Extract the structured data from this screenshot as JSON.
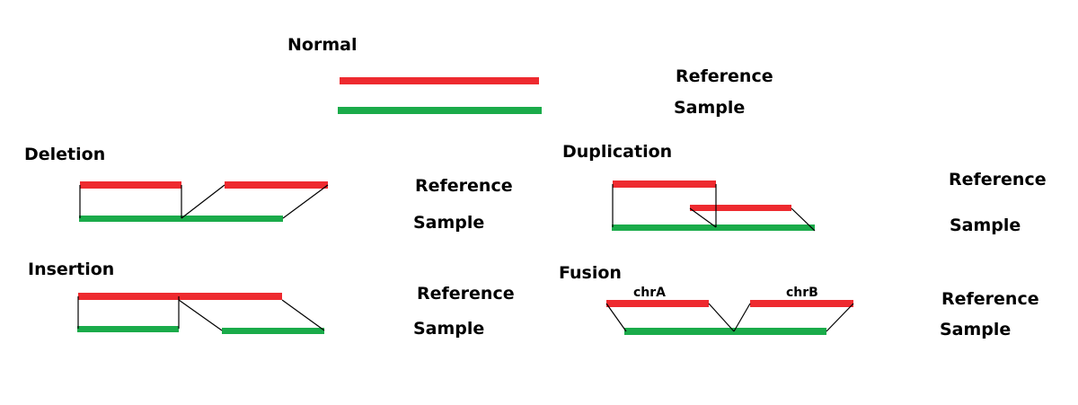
{
  "colors": {
    "reference": "#ee2a2f",
    "sample": "#1aab4a",
    "connector": "#000000"
  },
  "panels": {
    "normal": {
      "title": "Normal",
      "reference_label": "Reference",
      "sample_label": "Sample"
    },
    "deletion": {
      "title": "Deletion",
      "reference_label": "Reference",
      "sample_label": "Sample"
    },
    "duplication": {
      "title": "Duplication",
      "reference_label": "Reference",
      "sample_label": "Sample"
    },
    "insertion": {
      "title": "Insertion",
      "reference_label": "Reference",
      "sample_label": "Sample"
    },
    "fusion": {
      "title": "Fusion",
      "reference_label": "Reference",
      "sample_label": "Sample",
      "chr_a": "chrA",
      "chr_b": "chrB"
    }
  }
}
